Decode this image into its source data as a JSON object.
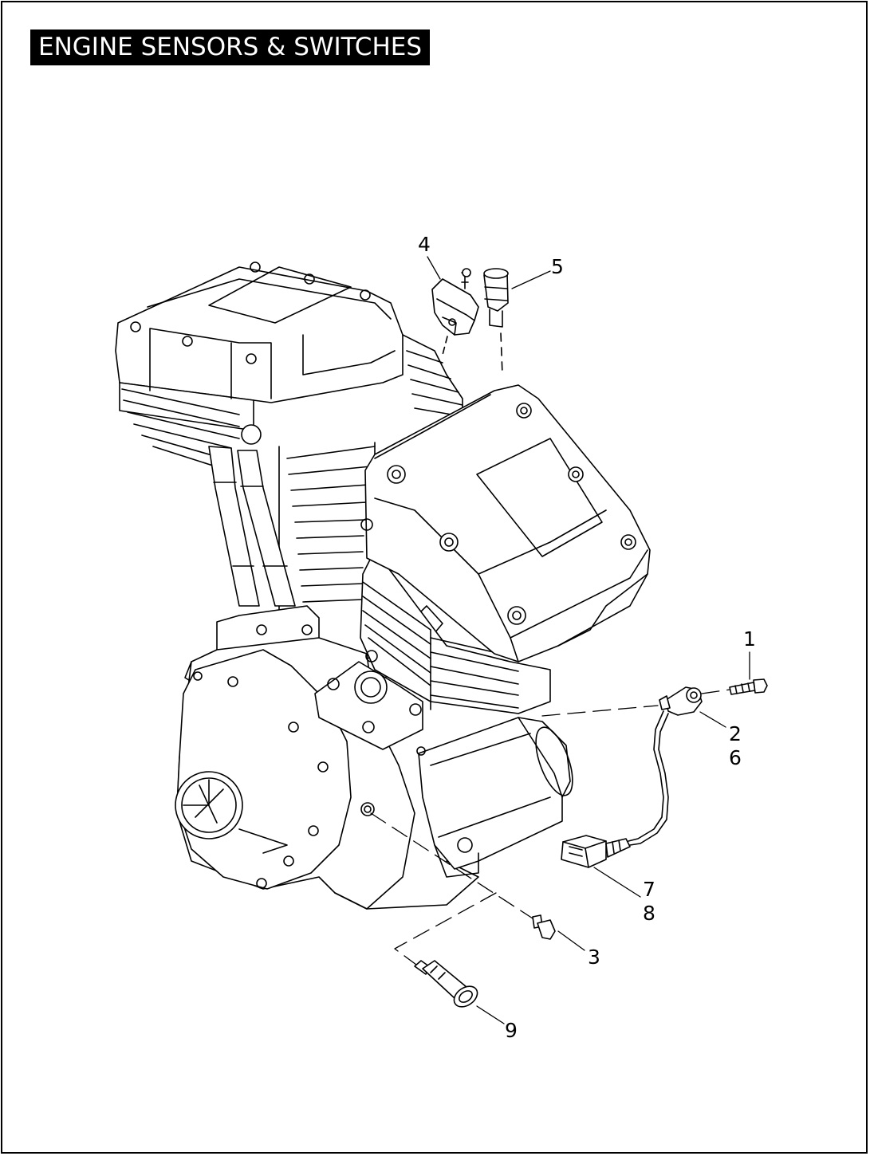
{
  "title": "ENGINE SENSORS & SWITCHES",
  "callouts": {
    "c1": "1",
    "c2": "2",
    "c6": "6",
    "c3": "3",
    "c4": "4",
    "c5": "5",
    "c7": "7",
    "c8": "8",
    "c9": "9"
  },
  "colors": {
    "ink": "#000000",
    "paper": "#ffffff"
  }
}
